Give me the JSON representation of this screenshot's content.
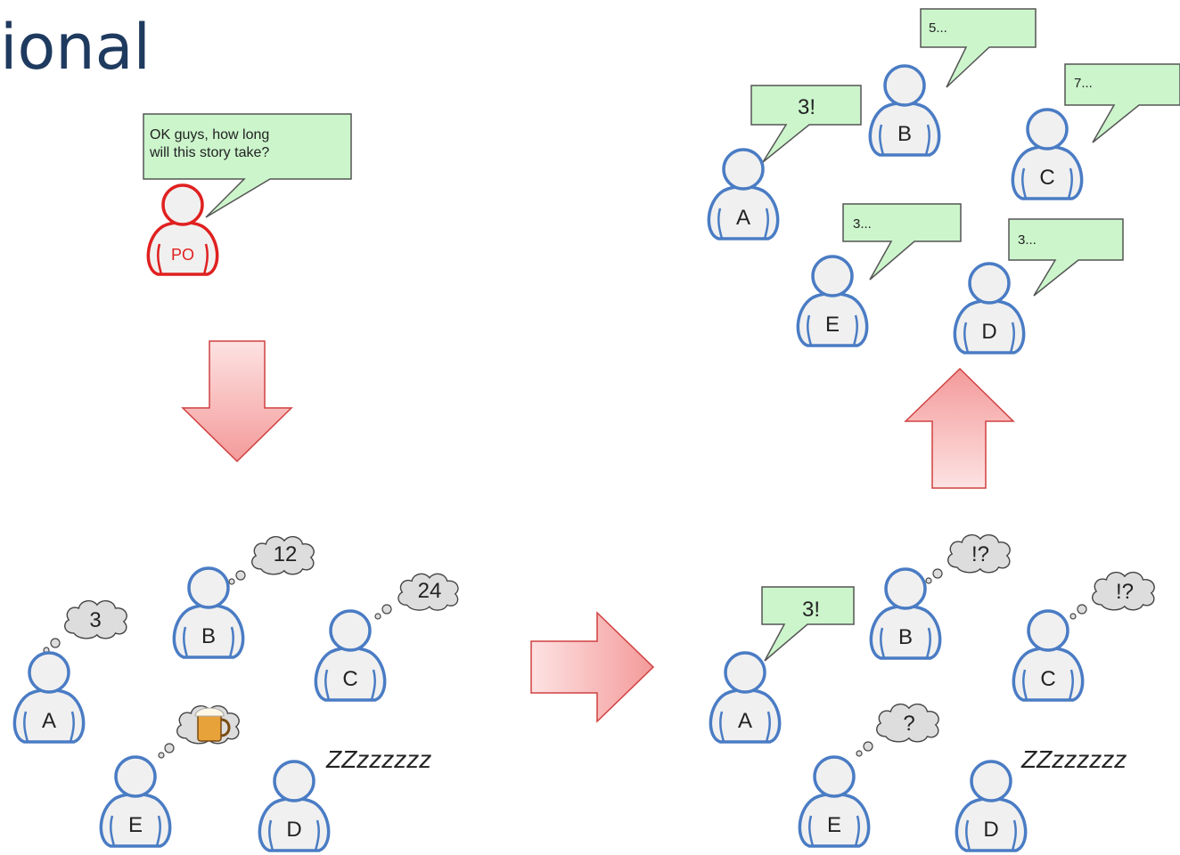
{
  "title": "ional",
  "po": {
    "letter": "PO",
    "speech": [
      "OK guys, how long",
      "will this story take?"
    ]
  },
  "bottom_left": {
    "a": {
      "letter": "A",
      "thought": "3"
    },
    "b": {
      "letter": "B",
      "thought": "12"
    },
    "c": {
      "letter": "C",
      "thought": "24"
    },
    "e": {
      "letter": "E",
      "thought_icon": "beer-mug-icon"
    },
    "d": {
      "letter": "D",
      "snore": "ZZzzzzzz"
    }
  },
  "bottom_right": {
    "a": {
      "letter": "A",
      "speech": "3!"
    },
    "b": {
      "letter": "B",
      "thought": "!?"
    },
    "c": {
      "letter": "C",
      "thought": "!?"
    },
    "e": {
      "letter": "E",
      "thought": "?"
    },
    "d": {
      "letter": "D",
      "snore": "ZZzzzzzz"
    }
  },
  "top_right": {
    "a": {
      "letter": "A",
      "speech": "3!"
    },
    "b": {
      "letter": "B",
      "speech": "5..."
    },
    "c": {
      "letter": "C",
      "speech": "7..."
    },
    "e": {
      "letter": "E",
      "speech": "3..."
    },
    "d": {
      "letter": "D",
      "speech": "3..."
    }
  },
  "colors": {
    "person_outline": "#4a7cc4",
    "po_outline": "#e02020",
    "person_fill": "#f0f0f0",
    "speech_fill": "#ccf5cc",
    "arrow_fill": "#f7b0b0",
    "arrow_stroke": "#d04040",
    "title": "#1f3a5f"
  }
}
